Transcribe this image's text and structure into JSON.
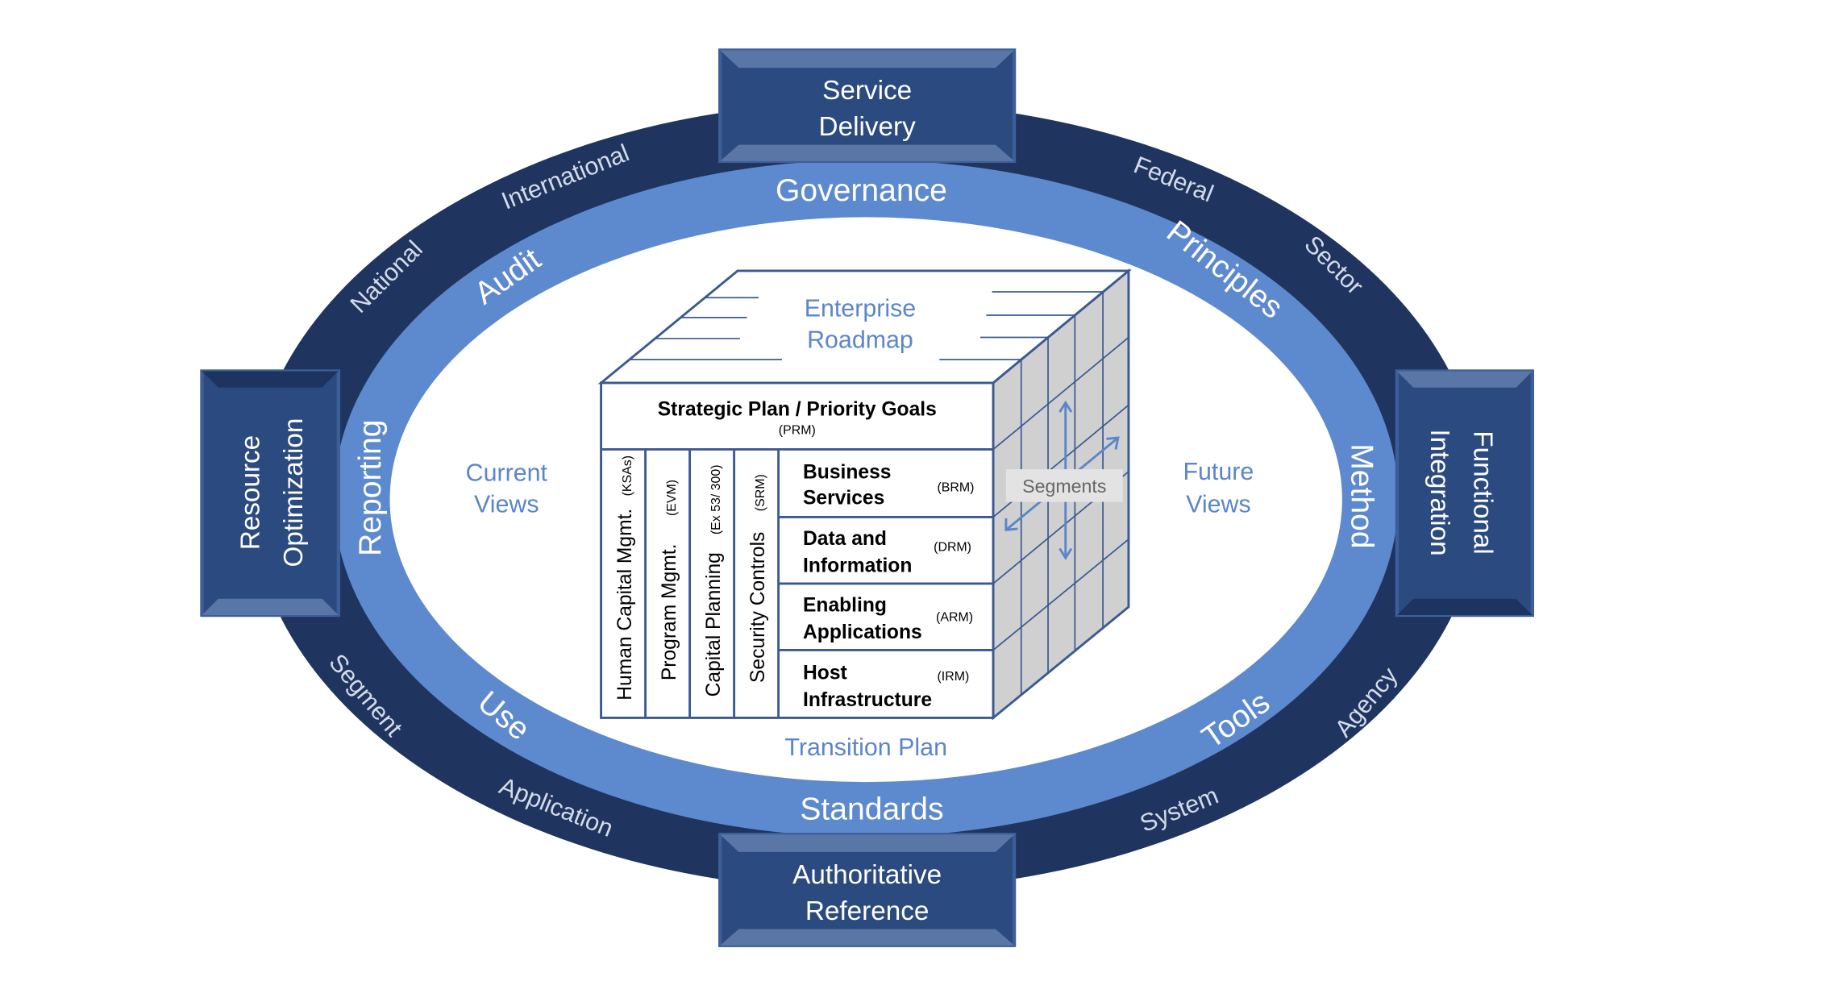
{
  "colors": {
    "outer_ring": "#1f3560",
    "inner_ring": "#5d89cf",
    "box": "#2b4b80",
    "accent_text": "#5b86c9",
    "cube_side": "#d0d0d0"
  },
  "outer_ring_labels": [
    "International",
    "National",
    "Federal",
    "Sector",
    "Segment",
    "Application",
    "System",
    "Agency"
  ],
  "inner_ring_labels": {
    "top": "Governance",
    "bottom": "Standards",
    "left": "Reporting",
    "right": "Method",
    "upper_left": "Audit",
    "upper_right": "Principles",
    "lower_left": "Use",
    "lower_right": "Tools"
  },
  "boxes": {
    "top": [
      "Service",
      "Delivery"
    ],
    "bottom": [
      "Authoritative",
      "Reference"
    ],
    "left": [
      "Resource",
      "Optimization"
    ],
    "right": [
      "Functional",
      "Integration"
    ]
  },
  "center": {
    "current": [
      "Current",
      "Views"
    ],
    "future": [
      "Future",
      "Views"
    ],
    "transition": "Transition Plan",
    "roadmap": [
      "Enterprise",
      "Roadmap"
    ],
    "segments": "Segments"
  },
  "cube": {
    "strategic": "Strategic Plan / Priority Goals",
    "strategic_ref": "(PRM)",
    "columns": [
      {
        "label": "Human Capital Mgmt.",
        "ref": "(KSAs)"
      },
      {
        "label": "Program Mgmt.",
        "ref": "(EVM)"
      },
      {
        "label": "Capital Planning",
        "ref": "(Ex 53/ 300)"
      },
      {
        "label": "Security Controls",
        "ref": "(SRM)"
      }
    ],
    "rows": [
      {
        "line1": "Business",
        "line2": "Services",
        "ref": "(BRM)"
      },
      {
        "line1": "Data and",
        "line2": "Information",
        "ref": "(DRM)"
      },
      {
        "line1": "Enabling",
        "line2": "Applications",
        "ref": "(ARM)"
      },
      {
        "line1": "Host",
        "line2": "Infrastructure",
        "ref": "(IRM)"
      }
    ]
  }
}
